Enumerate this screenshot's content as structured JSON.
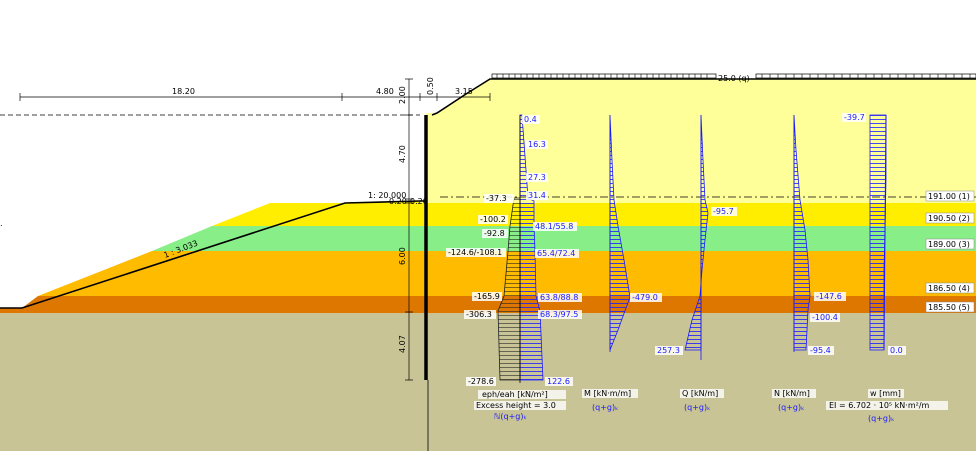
{
  "colors": {
    "layer1": "#ffff99",
    "layer2": "#ffee00",
    "layer3": "#88ee88",
    "layer4": "#ffbb00",
    "layer5": "#dd7700",
    "subsoil": "#c8c496",
    "diagram_line": "#1a1aff"
  },
  "surcharge": {
    "label": "25.0 (q)"
  },
  "dimensions": {
    "horizontal": [
      "18.20",
      "4.80",
      "0.50",
      "3.15"
    ],
    "vertical": [
      "2.00",
      "4.70",
      "0.20",
      "6.00",
      "4.07"
    ]
  },
  "elevations": {
    "crest": "1: 20.000",
    "crest_small": "0.20",
    "slope": "1 : 3.033"
  },
  "layers": [
    {
      "label": "191.00 (1)"
    },
    {
      "label": "190.50 (2)"
    },
    {
      "label": "189.00 (3)"
    },
    {
      "label": "186.50 (4)"
    },
    {
      "label": "185.50 (5)"
    }
  ],
  "pressure": {
    "left_values": [
      "-37.3",
      "-100.2",
      "-92.8",
      "-124.6/-108.1",
      "-165.9",
      "-306.3",
      "-278.6"
    ],
    "right_values": [
      "0.4",
      "16.3",
      "27.3",
      "31.4",
      "48.1/55.8",
      "65.4/72.4",
      "63.8/88.8",
      "68.3/97.5",
      "122.6"
    ],
    "caption": "eph/eah [kN/m²]",
    "excess": "Excess height = 3.0",
    "load": "ℕ(q+g)ₖ"
  },
  "moment": {
    "value": "-479.0",
    "caption": "M [kN·m/m]",
    "load": "(q+g)ₖ"
  },
  "shear": {
    "values": [
      "-95.7",
      "257.3"
    ],
    "caption": "Q [kN/m]",
    "load": "(q+g)ₖ"
  },
  "normal": {
    "values": [
      "-147.6",
      "-100.4",
      "-95.4"
    ],
    "caption": "N [kN/m]",
    "load": "(q+g)ₖ"
  },
  "deflection": {
    "values": [
      "-39.7",
      "0.0"
    ],
    "caption": "w [mm]",
    "stiffness": "EI = 6.702 · 10⁵ kN·m²/m",
    "load": "(q+g)ₖ"
  }
}
